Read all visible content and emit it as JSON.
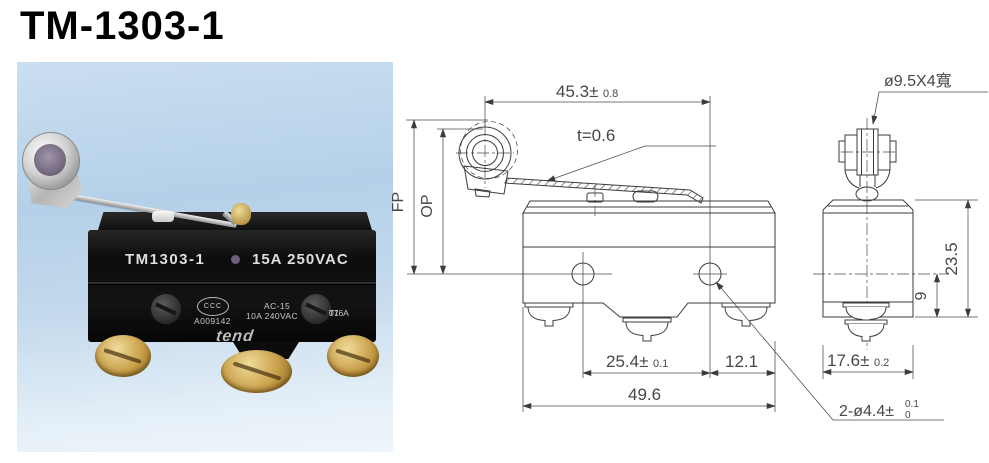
{
  "title": "TM-1303-1",
  "palette": {
    "photo_background": "#b4d0e8",
    "switch_body": "#0d0d0d",
    "terminal_brass": "#c9a04a",
    "drawing_line": "#3c3c3c"
  },
  "photo": {
    "model_label": "TM1303-1",
    "rating_label": "15A 250VAC",
    "cert_logo": "CCC",
    "cert_number": "A009142",
    "spec_class": "AC-15",
    "spec_rating": "10A 240VAC",
    "code_top": "T1",
    "code_bottom": "076A",
    "brand": "tend"
  },
  "drawing": {
    "front": {
      "lever_dim_main": "45.3±",
      "lever_dim_tol": "0.8",
      "lever_thickness": "t=0.6",
      "free_position": "FP",
      "operating_position": "OP",
      "hole_spacing_main": "25.4±",
      "hole_spacing_tol": "0.1",
      "hole_offset": "12.1",
      "body_width": "49.6",
      "hole_callout_main": "2-ø4.4±",
      "hole_callout_tol_upper": "0.1",
      "hole_callout_tol_lower": "0"
    },
    "side": {
      "roller_callout": "ø9.5X4寬",
      "body_height": "23.5",
      "terminal_depth": "9",
      "body_depth_main": "17.6±",
      "body_depth_tol": "0.2"
    }
  }
}
